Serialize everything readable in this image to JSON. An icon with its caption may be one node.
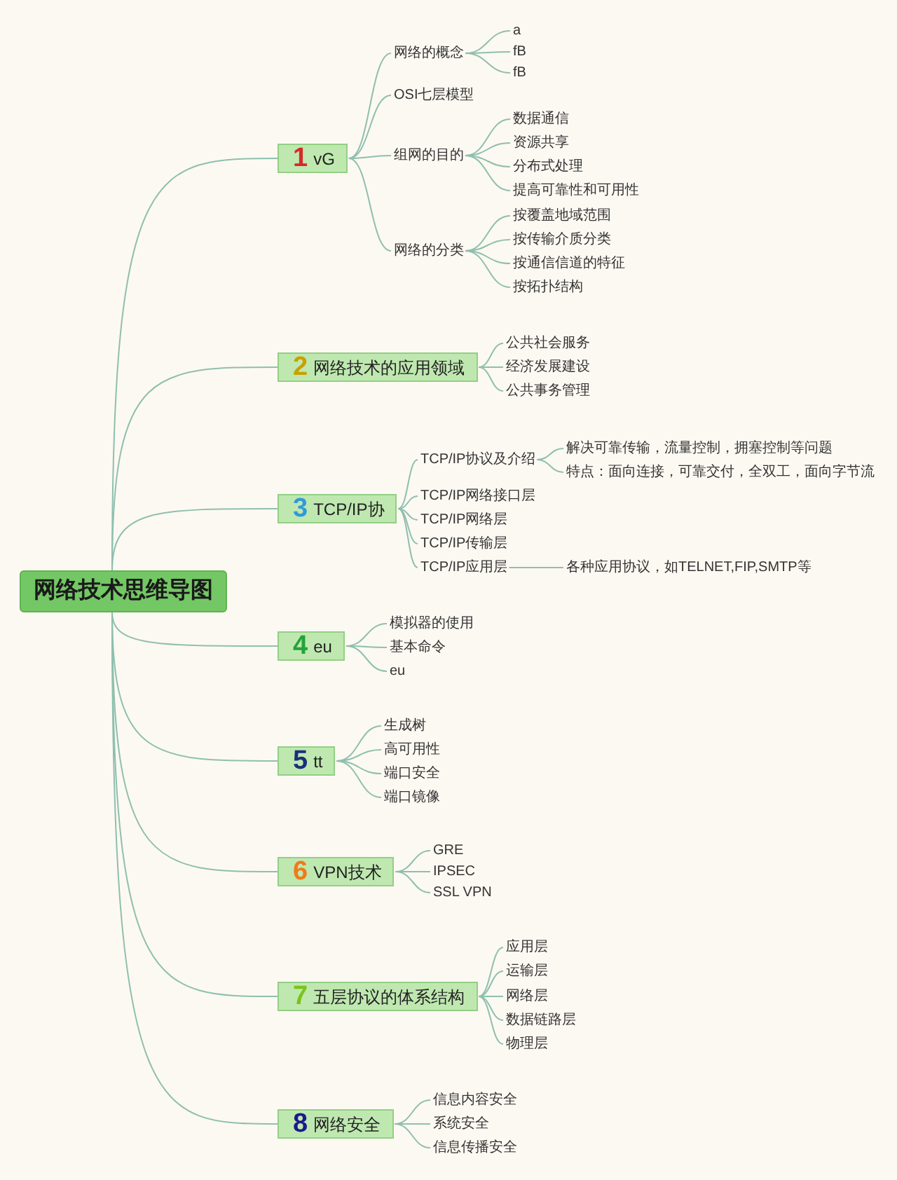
{
  "diagram": {
    "nodes": [
      {
        "text": [
          "网络技术思维导图"
        ]
      },
      {
        "text": [
          "1",
          "vG"
        ]
      },
      {
        "text": [
          "网络的概念"
        ]
      },
      {
        "text": [
          "a"
        ]
      },
      {
        "text": [
          "fB"
        ]
      },
      {
        "text": [
          "fB"
        ]
      },
      {
        "text": [
          "OSI七层模型"
        ]
      },
      {
        "text": [
          "组网的目的"
        ]
      },
      {
        "text": [
          "数据通信"
        ]
      },
      {
        "text": [
          "资源共享"
        ]
      },
      {
        "text": [
          "分布式处理"
        ]
      },
      {
        "text": [
          "提高可靠性和可用性"
        ]
      },
      {
        "text": [
          "网络的分类"
        ]
      },
      {
        "text": [
          "按覆盖地域范围"
        ]
      },
      {
        "text": [
          "按传输介质分类"
        ]
      },
      {
        "text": [
          "按通信信道的特征"
        ]
      },
      {
        "text": [
          "按拓扑结构"
        ]
      },
      {
        "text": [
          "2",
          "网络技术的应用领域"
        ]
      },
      {
        "text": [
          "公共社会服务"
        ]
      },
      {
        "text": [
          "经济发展建设"
        ]
      },
      {
        "text": [
          "公共事务管理"
        ]
      },
      {
        "text": [
          "3",
          "TCP/IP协"
        ]
      },
      {
        "text": [
          "TCP/IP协议及介绍"
        ]
      },
      {
        "text": [
          "解决可靠传输，流量控制，拥塞控制等问题"
        ]
      },
      {
        "text": [
          "特点：面向连接，可靠交付，全双工，面向字节流"
        ]
      },
      {
        "text": [
          "TCP/IP网络接口层"
        ]
      },
      {
        "text": [
          "TCP/IP网络层"
        ]
      },
      {
        "text": [
          "TCP/IP传输层"
        ]
      },
      {
        "text": [
          "TCP/IP应用层"
        ]
      },
      {
        "text": [
          "各种应用协议，如TELNET,FIP,SMTP等"
        ]
      },
      {
        "text": [
          "4",
          "eu"
        ]
      },
      {
        "text": [
          "模拟器的使用"
        ]
      },
      {
        "text": [
          "基本命令"
        ]
      },
      {
        "text": [
          "eu"
        ]
      },
      {
        "text": [
          "5",
          "tt"
        ]
      },
      {
        "text": [
          "生成树"
        ]
      },
      {
        "text": [
          "高可用性"
        ]
      },
      {
        "text": [
          "端口安全"
        ]
      },
      {
        "text": [
          "端口镜像"
        ]
      },
      {
        "text": [
          "6",
          "VPN技术"
        ]
      },
      {
        "text": [
          "GRE"
        ]
      },
      {
        "text": [
          "IPSEC"
        ]
      },
      {
        "text": [
          "SSL VPN"
        ]
      },
      {
        "text": [
          "7",
          "五层协议的体系结构"
        ]
      },
      {
        "text": [
          "应用层"
        ]
      },
      {
        "text": [
          "运输层"
        ]
      },
      {
        "text": [
          "网络层"
        ]
      },
      {
        "text": [
          "数据链路层"
        ]
      },
      {
        "text": [
          "物理层"
        ]
      },
      {
        "text": [
          "8",
          "网络安全"
        ]
      },
      {
        "text": [
          "信息内容安全"
        ]
      },
      {
        "text": [
          "系统安全"
        ]
      },
      {
        "text": [
          "信息传播安全"
        ]
      }
    ],
    "edges": [
      {
        "from": 0,
        "to": 1,
        "arrow": "none"
      },
      {
        "from": 1,
        "to": 2,
        "arrow": "none"
      },
      {
        "from": 2,
        "to": 3,
        "arrow": "none"
      },
      {
        "from": 2,
        "to": 4,
        "arrow": "none"
      },
      {
        "from": 2,
        "to": 5,
        "arrow": "none"
      },
      {
        "from": 1,
        "to": 6,
        "arrow": "none"
      },
      {
        "from": 1,
        "to": 7,
        "arrow": "none"
      },
      {
        "from": 7,
        "to": 8,
        "arrow": "none"
      },
      {
        "from": 7,
        "to": 9,
        "arrow": "none"
      },
      {
        "from": 7,
        "to": 10,
        "arrow": "none"
      },
      {
        "from": 7,
        "to": 11,
        "arrow": "none"
      },
      {
        "from": 1,
        "to": 12,
        "arrow": "none"
      },
      {
        "from": 12,
        "to": 13,
        "arrow": "none"
      },
      {
        "from": 12,
        "to": 14,
        "arrow": "none"
      },
      {
        "from": 12,
        "to": 15,
        "arrow": "none"
      },
      {
        "from": 12,
        "to": 16,
        "arrow": "none"
      },
      {
        "from": 0,
        "to": 17,
        "arrow": "none"
      },
      {
        "from": 17,
        "to": 18,
        "arrow": "none"
      },
      {
        "from": 17,
        "to": 19,
        "arrow": "none"
      },
      {
        "from": 17,
        "to": 20,
        "arrow": "none"
      },
      {
        "from": 0,
        "to": 21,
        "arrow": "none"
      },
      {
        "from": 21,
        "to": 22,
        "arrow": "none"
      },
      {
        "from": 22,
        "to": 23,
        "arrow": "none"
      },
      {
        "from": 22,
        "to": 24,
        "arrow": "none"
      },
      {
        "from": 21,
        "to": 25,
        "arrow": "none"
      },
      {
        "from": 21,
        "to": 26,
        "arrow": "none"
      },
      {
        "from": 21,
        "to": 27,
        "arrow": "none"
      },
      {
        "from": 21,
        "to": 28,
        "arrow": "none"
      },
      {
        "from": 28,
        "to": 29,
        "arrow": "none"
      },
      {
        "from": 0,
        "to": 30,
        "arrow": "none"
      },
      {
        "from": 30,
        "to": 31,
        "arrow": "none"
      },
      {
        "from": 30,
        "to": 32,
        "arrow": "none"
      },
      {
        "from": 30,
        "to": 33,
        "arrow": "none"
      },
      {
        "from": 0,
        "to": 34,
        "arrow": "none"
      },
      {
        "from": 34,
        "to": 35,
        "arrow": "none"
      },
      {
        "from": 34,
        "to": 36,
        "arrow": "none"
      },
      {
        "from": 34,
        "to": 37,
        "arrow": "none"
      },
      {
        "from": 34,
        "to": 38,
        "arrow": "none"
      },
      {
        "from": 0,
        "to": 39,
        "arrow": "none"
      },
      {
        "from": 39,
        "to": 40,
        "arrow": "none"
      },
      {
        "from": 39,
        "to": 41,
        "arrow": "none"
      },
      {
        "from": 39,
        "to": 42,
        "arrow": "none"
      },
      {
        "from": 0,
        "to": 43,
        "arrow": "none"
      },
      {
        "from": 43,
        "to": 44,
        "arrow": "none"
      },
      {
        "from": 43,
        "to": 45,
        "arrow": "none"
      },
      {
        "from": 43,
        "to": 46,
        "arrow": "none"
      },
      {
        "from": 43,
        "to": 47,
        "arrow": "none"
      },
      {
        "from": 43,
        "to": 48,
        "arrow": "none"
      },
      {
        "from": 0,
        "to": 49,
        "arrow": "none"
      },
      {
        "from": 49,
        "to": 50,
        "arrow": "none"
      },
      {
        "from": 49,
        "to": 51,
        "arrow": "none"
      },
      {
        "from": 49,
        "to": 52,
        "arrow": "none"
      }
    ]
  }
}
